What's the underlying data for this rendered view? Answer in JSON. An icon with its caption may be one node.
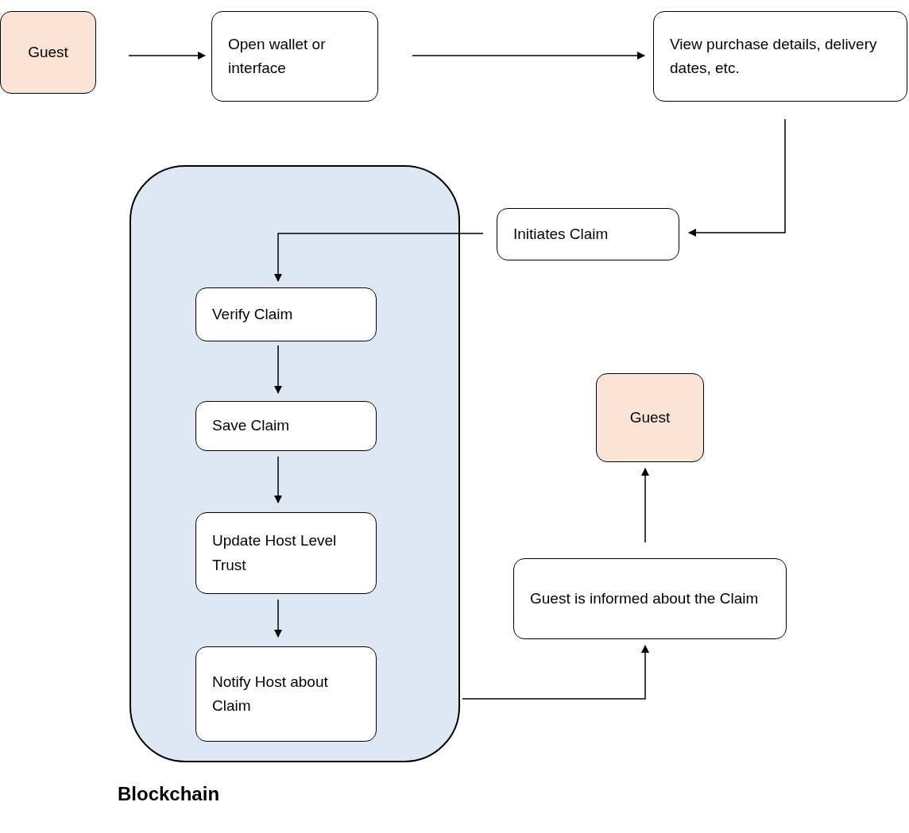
{
  "diagram": {
    "nodes": [
      {
        "text": [
          "Guest"
        ]
      },
      {
        "text": [
          "Open wallet or interface"
        ]
      },
      {
        "text": [
          "View purchase details, delivery dates, etc."
        ]
      },
      {
        "text": [
          "Initiates Claim"
        ]
      },
      {
        "text": [
          "Blockchain"
        ]
      },
      {
        "text": [
          "Verify Claim"
        ],
        "in": 4
      },
      {
        "text": [
          "Save Claim"
        ],
        "in": 4
      },
      {
        "text": [
          "Update Host Level Trust"
        ],
        "in": 4
      },
      {
        "text": [
          "Notify Host about Claim"
        ],
        "in": 4
      },
      {
        "text": [
          "Guest"
        ]
      },
      {
        "text": [
          "Guest is informed about the Claim"
        ]
      }
    ],
    "edges": [
      {
        "from": 0,
        "to": 1,
        "arrow": "to"
      },
      {
        "from": 1,
        "to": 2,
        "arrow": "to"
      },
      {
        "from": 2,
        "to": 3,
        "arrow": "to"
      },
      {
        "from": 3,
        "to": 5,
        "arrow": "to"
      },
      {
        "from": 5,
        "to": 6,
        "arrow": "to"
      },
      {
        "from": 6,
        "to": 7,
        "arrow": "to"
      },
      {
        "from": 7,
        "to": 8,
        "arrow": "to"
      },
      {
        "from": 4,
        "to": 10,
        "arrow": "to"
      },
      {
        "from": 10,
        "to": 9,
        "arrow": "to"
      }
    ]
  }
}
